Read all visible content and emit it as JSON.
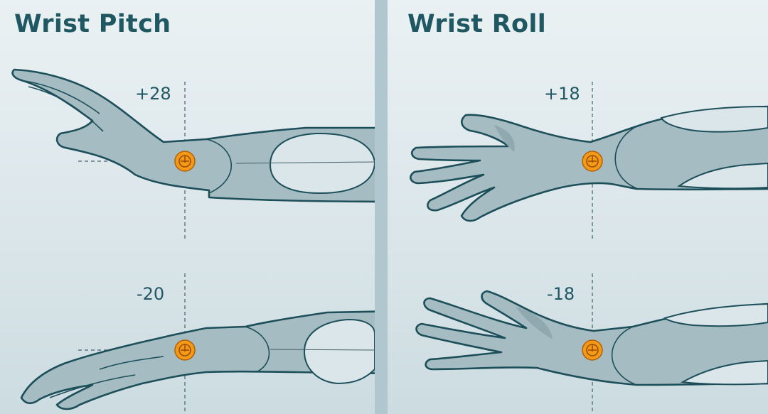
{
  "panels": {
    "pitch": {
      "title": "Wrist Pitch",
      "angles": {
        "up": "+28",
        "down": "-20"
      }
    },
    "roll": {
      "title": "Wrist Roll",
      "angles": {
        "up": "+18",
        "down": "-18"
      }
    }
  },
  "colors": {
    "title_text": "#1f5863",
    "arm_fill": "#a5bcc2",
    "outline": "#1d4f5a",
    "joint_marker": "#f39a17",
    "divider": "#b0c7cf"
  },
  "icons": [
    "wrist-joint-icon"
  ]
}
